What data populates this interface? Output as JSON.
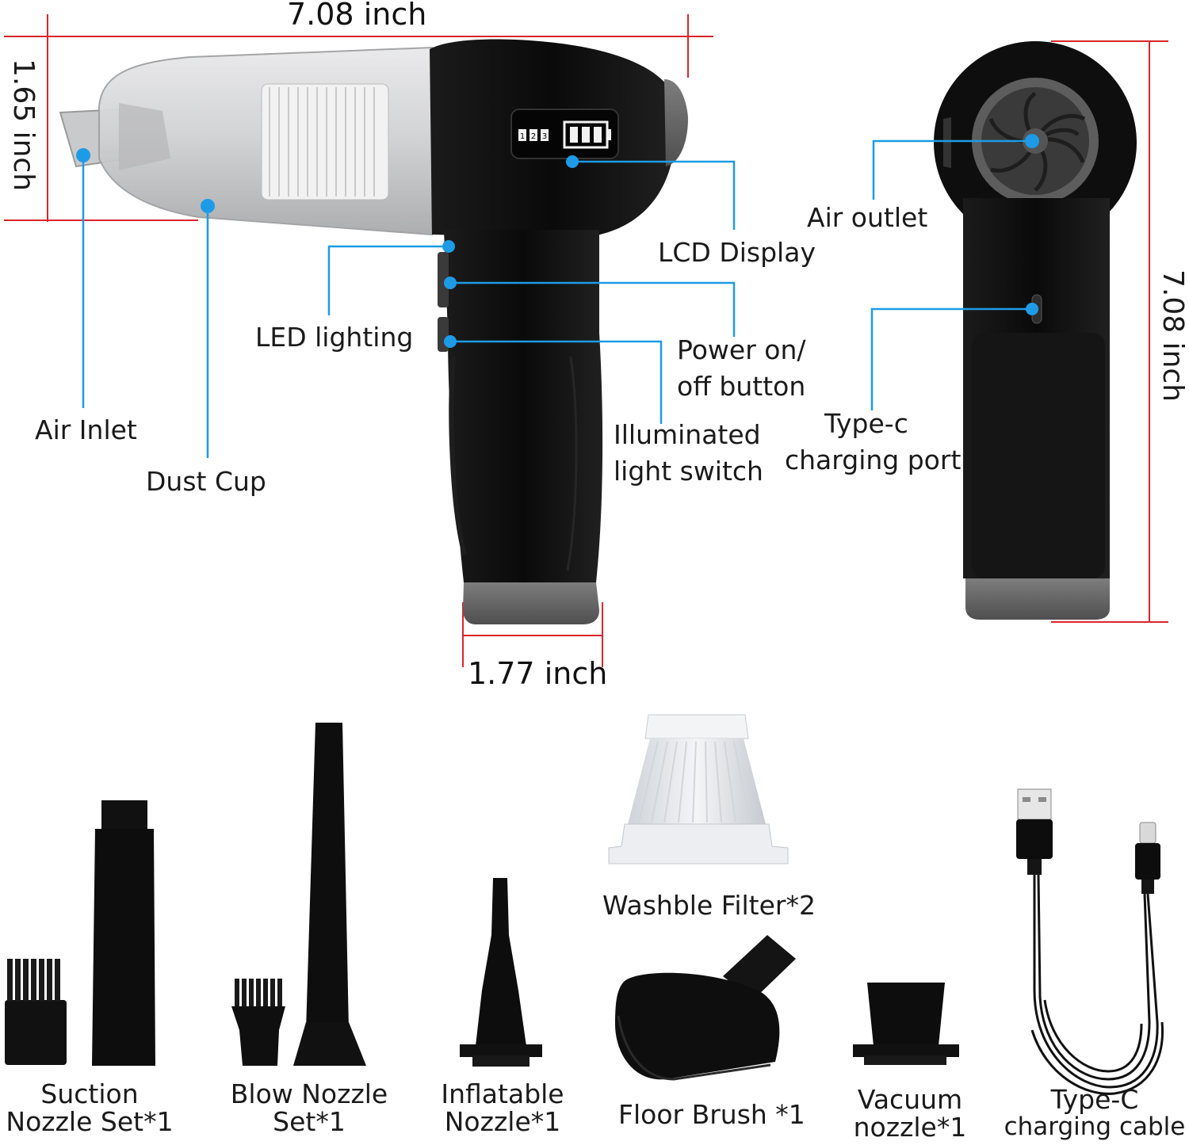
{
  "dimensions": {
    "top_width": "7.08 inch",
    "head_height": "1.65 inch",
    "handle_width": "1.77 inch",
    "side_height": "7.08 inch"
  },
  "callouts": {
    "air_inlet": "Air Inlet",
    "dust_cup": "Dust Cup",
    "led_lighting": "LED lighting",
    "lcd_display": "LCD Display",
    "power_line1": "Power on/",
    "power_line2": "off button",
    "illum_line1": "Illuminated",
    "illum_line2": "light switch",
    "air_outlet": "Air outlet",
    "typec_line1": "Type-c",
    "typec_line2": "charging port"
  },
  "lcd": {
    "digits": [
      "1",
      "2",
      "3"
    ]
  },
  "accessories": {
    "suction_1": "Suction",
    "suction_2": "Nozzle Set*1",
    "blow_1": "Blow Nozzle",
    "blow_2": "Set*1",
    "inflatable_1": "Inflatable",
    "inflatable_2": "Nozzle*1",
    "filter": "Washble Filter*2",
    "floor_brush": "Floor Brush *1",
    "vacuum_1": "Vacuum",
    "vacuum_2": "nozzle*1",
    "cable_1": "Type-C",
    "cable_2": "charging cable"
  },
  "colors": {
    "callout_blue": "#1e9be6",
    "dimension_red": "#d9262b",
    "body_black": "#0d0d0d",
    "trim_gray": "#6b6b6b"
  }
}
